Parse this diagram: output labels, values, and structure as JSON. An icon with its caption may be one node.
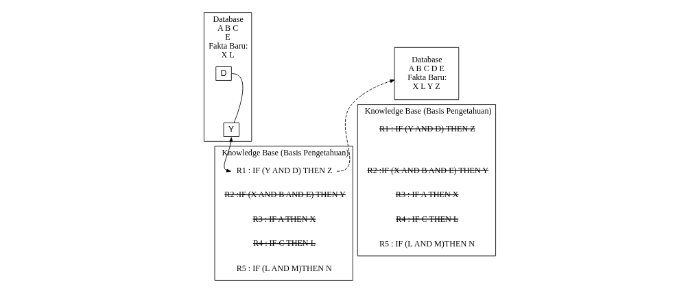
{
  "diagram": {
    "nodes": [
      {
        "text": [
          "Database",
          "A B C",
          "E",
          "Fakta Baru:",
          "X L"
        ]
      },
      {
        "text": [
          "D"
        ],
        "in": 0
      },
      {
        "text": [
          "Y"
        ],
        "in": 0
      },
      {
        "text": [
          "Knowledge Base (Basis Pengetahuan)"
        ]
      },
      {
        "text": [
          "R1 : IF (Y AND D) THEN Z"
        ],
        "in": 3
      },
      {
        "text": [
          "R2 :IF (X AND B AND E) THEN Y"
        ],
        "in": 3
      },
      {
        "text": [
          "R3 : IF A THEN X"
        ],
        "in": 3
      },
      {
        "text": [
          "R4 : IF C THEN L"
        ],
        "in": 3
      },
      {
        "text": [
          "R5 : IF (L AND M)THEN N"
        ],
        "in": 3
      },
      {
        "text": [
          "Database",
          "A B C D E",
          "Fakta Baru:",
          "X L Y Z"
        ]
      },
      {
        "text": [
          "Knowledge Base (Basis Pengetahuan)"
        ]
      },
      {
        "text": [
          "R1 : IF (Y AND D) THEN Z"
        ],
        "in": 10
      },
      {
        "text": [
          "R2 :IF (X AND B AND E) THEN Y"
        ],
        "in": 10
      },
      {
        "text": [
          "R3 : IF A THEN X"
        ],
        "in": 10
      },
      {
        "text": [
          "R4 : IF C THEN L"
        ],
        "in": 10
      },
      {
        "text": [
          "R5 : IF (L AND M)THEN N"
        ],
        "in": 10
      }
    ],
    "edges": [
      {
        "from": 1,
        "to": 2,
        "arrow": "none"
      },
      {
        "from": 2,
        "to": 4,
        "arrow": "both"
      },
      {
        "from": 4,
        "to": 9,
        "arrow": "to",
        "style": "dashed"
      }
    ]
  }
}
